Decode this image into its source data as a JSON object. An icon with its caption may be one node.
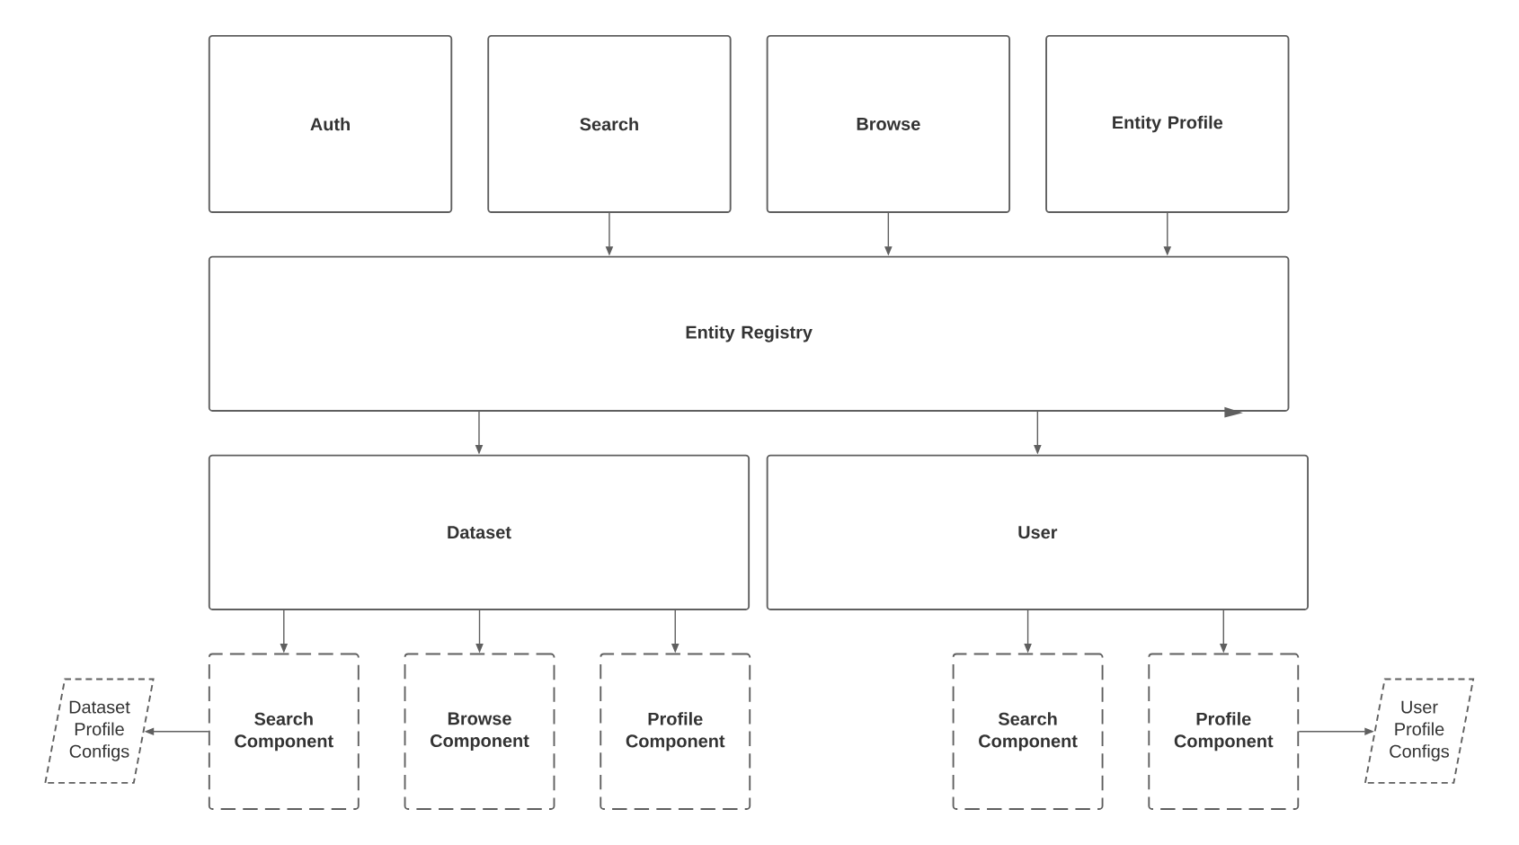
{
  "diagram": {
    "nodes": [
      {
        "text": [
          "Auth"
        ]
      },
      {
        "text": [
          "Search"
        ]
      },
      {
        "text": [
          "Browse"
        ]
      },
      {
        "text": [
          "Entity Profile"
        ]
      },
      {
        "text": [
          "Entity Registry"
        ]
      },
      {
        "text": [
          "Dataset"
        ]
      },
      {
        "text": [
          "User"
        ]
      },
      {
        "text": [
          "Search Component"
        ]
      },
      {
        "text": [
          "Browse Component"
        ]
      },
      {
        "text": [
          "Profile Component"
        ]
      },
      {
        "text": [
          "Search Component"
        ]
      },
      {
        "text": [
          "Profile Component"
        ]
      },
      {
        "text": [
          "Dataset Profile Configs"
        ]
      },
      {
        "text": [
          "User Profile Configs"
        ]
      }
    ],
    "edges": [
      {
        "from": 1,
        "to": 4,
        "arrow": "to"
      },
      {
        "from": 2,
        "to": 4,
        "arrow": "to"
      },
      {
        "from": 3,
        "to": 4,
        "arrow": "to"
      },
      {
        "from": 4,
        "to": 5,
        "arrow": "to"
      },
      {
        "from": 4,
        "to": 6,
        "arrow": "to"
      },
      {
        "from": 5,
        "to": 7,
        "arrow": "to"
      },
      {
        "from": 5,
        "to": 8,
        "arrow": "to"
      },
      {
        "from": 5,
        "to": 9,
        "arrow": "to"
      },
      {
        "from": 6,
        "to": 10,
        "arrow": "to"
      },
      {
        "from": 6,
        "to": 11,
        "arrow": "to"
      },
      {
        "from": 7,
        "to": 12,
        "arrow": "to"
      },
      {
        "from": 11,
        "to": 13,
        "arrow": "to"
      }
    ]
  }
}
